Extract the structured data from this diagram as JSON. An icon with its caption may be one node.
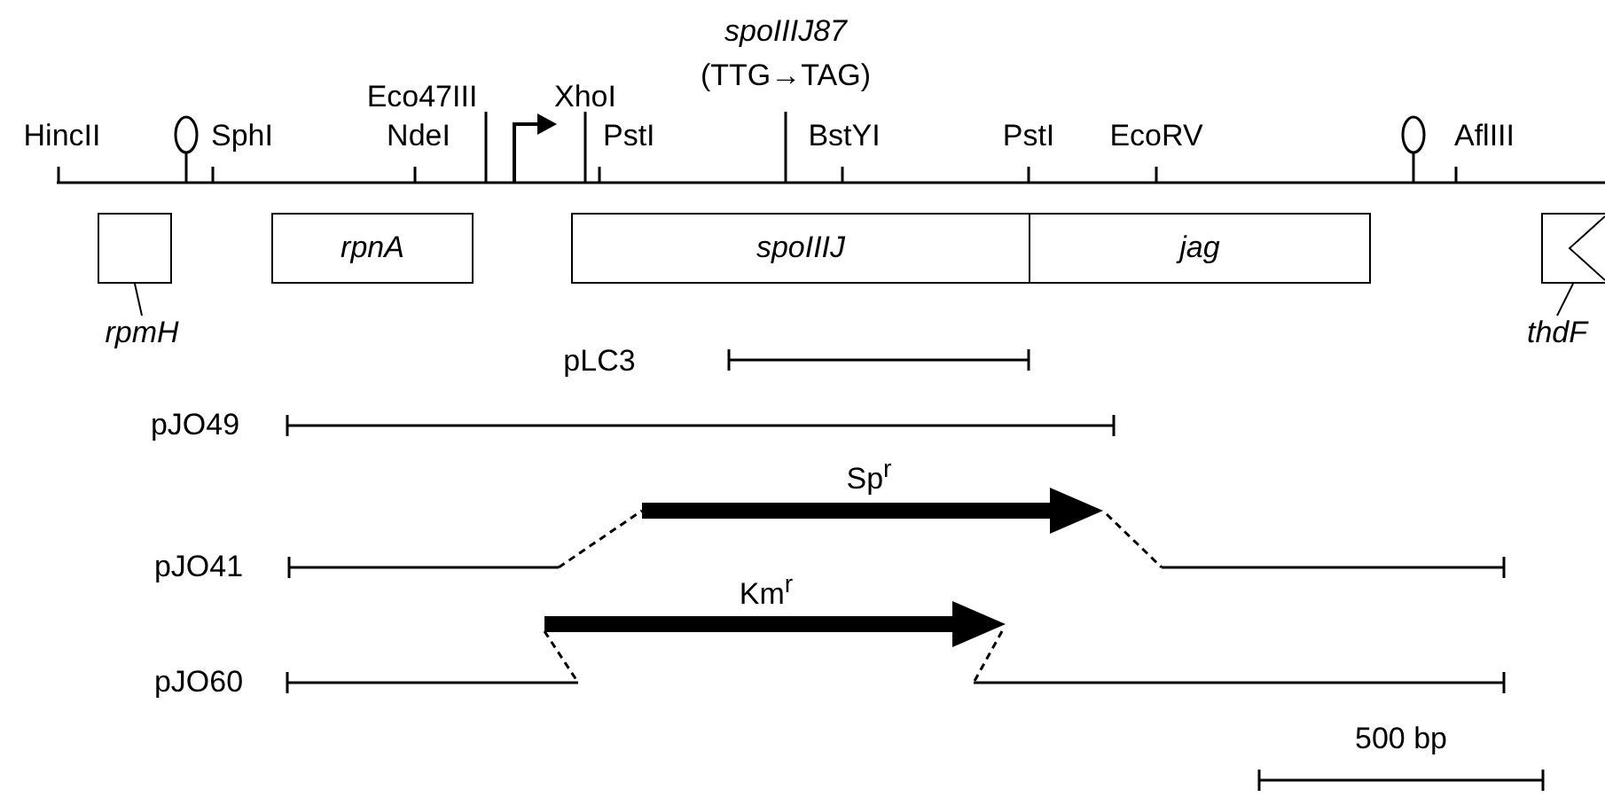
{
  "diagram": {
    "nodes": [
      {
        "text": [],
        "shape": "box"
      },
      {
        "text": [
          "rpnA"
        ]
      },
      {
        "text": [
          "spoIIIJ"
        ]
      },
      {
        "text": [
          "jag"
        ]
      },
      {
        "text": [],
        "shape": "box"
      },
      {
        "text": [
          "rpmH"
        ]
      },
      {
        "text": [
          "thdF"
        ]
      }
    ],
    "edges": [
      {
        "from": 5,
        "to": 0,
        "arrow": "none"
      },
      {
        "from": 6,
        "to": 4,
        "arrow": "none"
      }
    ],
    "labels": [
      "spoIIIJ87",
      "(TTG→TAG)",
      "Eco47III",
      "XhoI",
      "HincII",
      "SphI",
      "NdeI",
      "PstI",
      "BstYI",
      "PstI",
      "EcoRV",
      "AflIII",
      "pLC3",
      "pJO49",
      "Sp$^{r}$",
      "pJO41",
      "Km$^{r}$",
      "pJO60",
      "500 bp"
    ]
  }
}
